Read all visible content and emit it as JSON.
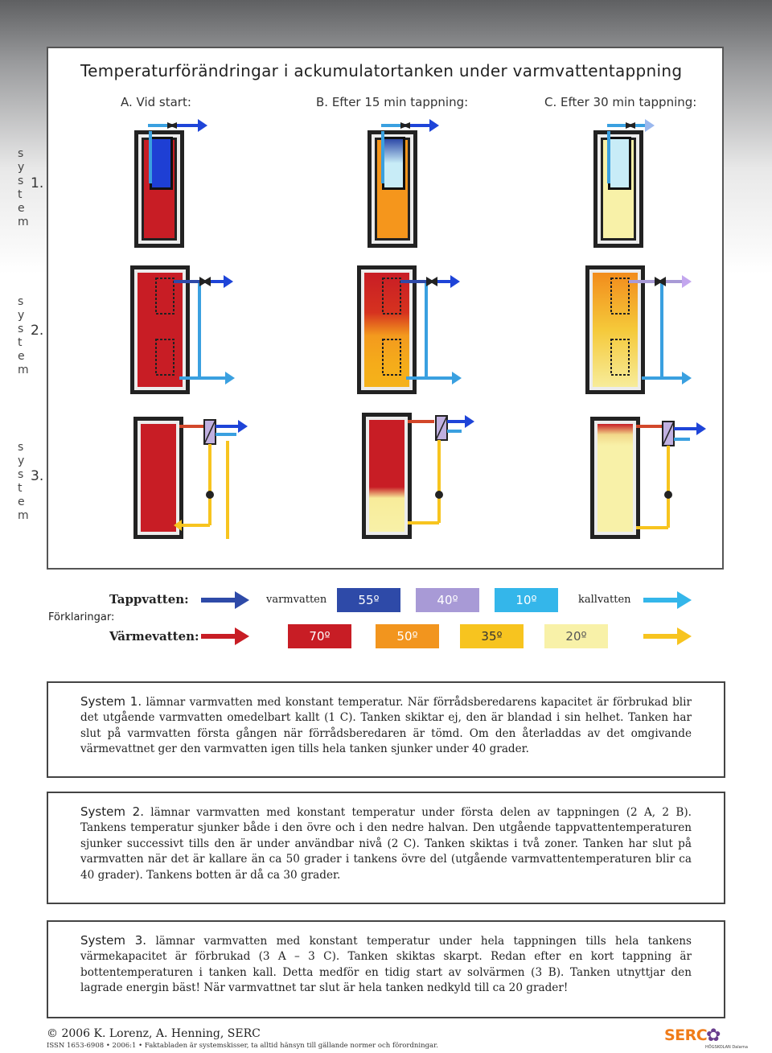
{
  "title": "Temperaturförändringar i ackumulatortanken under varmvattentappning",
  "columns": [
    "A. Vid start:",
    "B. Efter 15 min tappning:",
    "C. Efter 30 min tappning:"
  ],
  "system_word": "system",
  "systems": [
    "1.",
    "2.",
    "3."
  ],
  "legend": {
    "heading": "Förklaringar:",
    "tap_label": "Tappvatten:",
    "heat_label": "Värmevatten:",
    "hot_water": "varmvatten",
    "cold_water": "kallvatten",
    "tap_temps": [
      {
        "label": "55º",
        "color": "#2e4aa8"
      },
      {
        "label": "40º",
        "color": "#a89ad6"
      },
      {
        "label": "10º",
        "color": "#34b6ea"
      }
    ],
    "heat_temps": [
      {
        "label": "70º",
        "color": "#c81d25"
      },
      {
        "label": "50º",
        "color": "#f2951e"
      },
      {
        "label": "35º",
        "color": "#f7c41f"
      },
      {
        "label": "20º",
        "color": "#f8f1a8"
      }
    ]
  },
  "texts": [
    {
      "heading": "System 1.",
      "body": " lämnar varmvatten med konstant temperatur. När förrådsberedarens kapacitet är förbrukad blir det utgående varmvatten omedelbart kallt (1 C). Tanken skiktar ej, den är blandad i sin helhet. Tanken har slut på varmvatten första gången när förrådsberedaren är tömd. Om den återladdas av det omgivande värmevattnet ger den varmvatten igen tills hela tanken sjunker under 40 grader."
    },
    {
      "heading": "System 2.",
      "body": " lämnar varmvatten med konstant temperatur under första delen av tappningen (2 A, 2 B). Tankens temperatur sjunker både i den övre och i den nedre halvan. Den utgående tappvattentemperaturen sjunker successivt tills den är under användbar nivå (2 C). Tanken skiktas i två zoner. Tanken har slut på varmvatten när det är kallare än ca 50 grader i tankens övre del (utgående varmvattentemperaturen blir ca 40 grader). Tankens botten är då ca 30 grader."
    },
    {
      "heading": "System 3.",
      "body": " lämnar varmvatten med konstant temperatur under hela tappningen tills hela tankens värmekapacitet är förbrukad (3 A – 3 C). Tanken skiktas skarpt. Redan efter en kort tappning är bottentemperaturen i tanken kall. Detta medför en tidig start av solvärmen (3 B). Tanken utnyttjar den lagrade energin bäst! När varmvattnet tar slut är hela tanken nedkyld till ca 20 grader!"
    }
  ],
  "footer": {
    "copyright": "© 2006 K. Lorenz, A. Henning, SERC",
    "note": "ISSN 1653-6908 • 2006:1 • Faktabladen är systemskisser, ta alltid hänsyn till gällande normer och förordningar.",
    "logo": "SERC",
    "logo_sub": "HÖGSKOLAN Dalarna"
  }
}
